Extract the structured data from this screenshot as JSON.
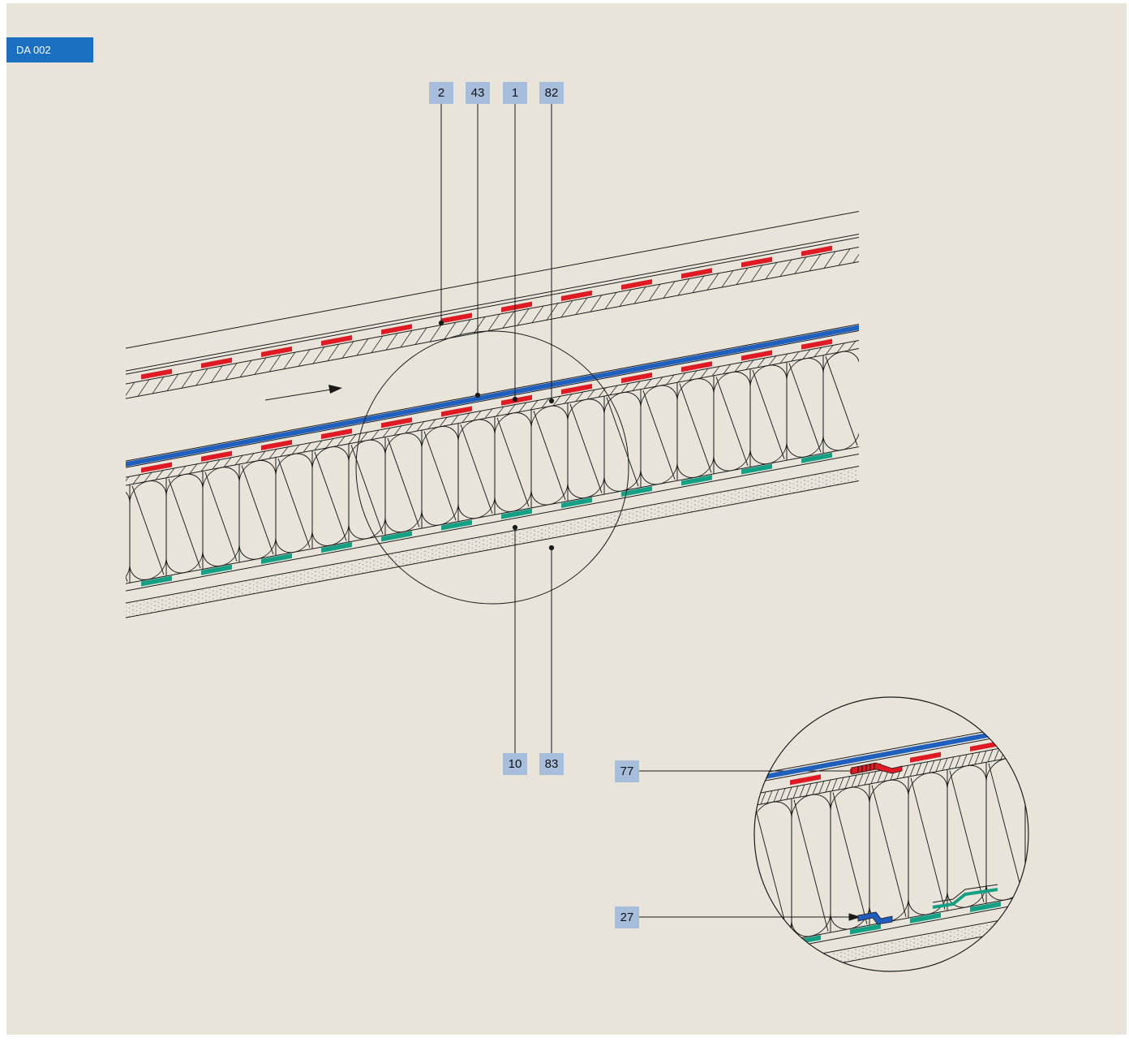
{
  "drawing_code": "DA 002",
  "colors": {
    "background": "#e8e4da",
    "tag": "#1a6fc0",
    "label_box": "#a6bedc",
    "line": "#1a1a1a",
    "red": "#e01a22",
    "blue": "#1f5fbd",
    "teal": "#14a085"
  },
  "top_labels": [
    "2",
    "43",
    "1",
    "82"
  ],
  "bottom_labels": [
    "10",
    "83"
  ],
  "detail_labels": [
    "77",
    "27"
  ]
}
